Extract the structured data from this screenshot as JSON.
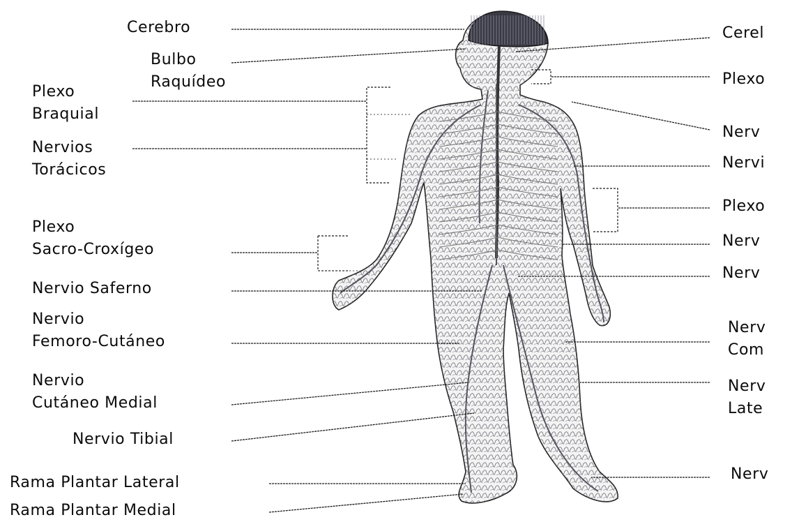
{
  "labels_left": [
    {
      "id": "cerebro",
      "lines": [
        "Cerebro"
      ]
    },
    {
      "id": "bulbo",
      "lines": [
        "Bulbo",
        "Raquídeo"
      ]
    },
    {
      "id": "plexo-braquial",
      "lines": [
        "Plexo",
        "Braquial"
      ]
    },
    {
      "id": "nervios-toracicos",
      "lines": [
        "Nervios",
        "Torácicos"
      ]
    },
    {
      "id": "plexo-sacro",
      "lines": [
        "Plexo",
        "Sacro-Croxígeo"
      ]
    },
    {
      "id": "nervio-saferno",
      "lines": [
        "Nervio  Saferno"
      ]
    },
    {
      "id": "nervio-femoro",
      "lines": [
        "Nervio",
        "Femoro-Cutáneo"
      ]
    },
    {
      "id": "nervio-cutaneo",
      "lines": [
        "Nervio",
        "Cutáneo  Medial"
      ]
    },
    {
      "id": "nervio-tibial",
      "lines": [
        "Nervio  Tibial"
      ]
    },
    {
      "id": "rama-lateral",
      "lines": [
        "Rama  Plantar  Lateral"
      ]
    },
    {
      "id": "rama-medial",
      "lines": [
        "Rama  Plantar  Medial"
      ]
    }
  ],
  "labels_right": [
    {
      "id": "r-cerel",
      "lines": [
        "Cerel"
      ]
    },
    {
      "id": "r-plexo-1",
      "lines": [
        "Plexo"
      ]
    },
    {
      "id": "r-nerv-1",
      "lines": [
        "Nerv"
      ]
    },
    {
      "id": "r-nervi",
      "lines": [
        "Nervi"
      ]
    },
    {
      "id": "r-plexo-2",
      "lines": [
        "Plexo"
      ]
    },
    {
      "id": "r-nerv-2",
      "lines": [
        "Nerv"
      ]
    },
    {
      "id": "r-nerv-3",
      "lines": [
        "Nerv"
      ]
    },
    {
      "id": "r-nerv-com",
      "lines": [
        "Nerv",
        "Com"
      ]
    },
    {
      "id": "r-nerv-late",
      "lines": [
        "Nerv",
        "Late"
      ]
    },
    {
      "id": "r-nerv-4",
      "lines": [
        "Nerv"
      ]
    }
  ],
  "colors": {
    "text": "#0a0a0a",
    "line": "#1a1a1a",
    "brain": "#3a3a44",
    "nerve": "#555560",
    "body_fill": "#f4f4f4"
  }
}
